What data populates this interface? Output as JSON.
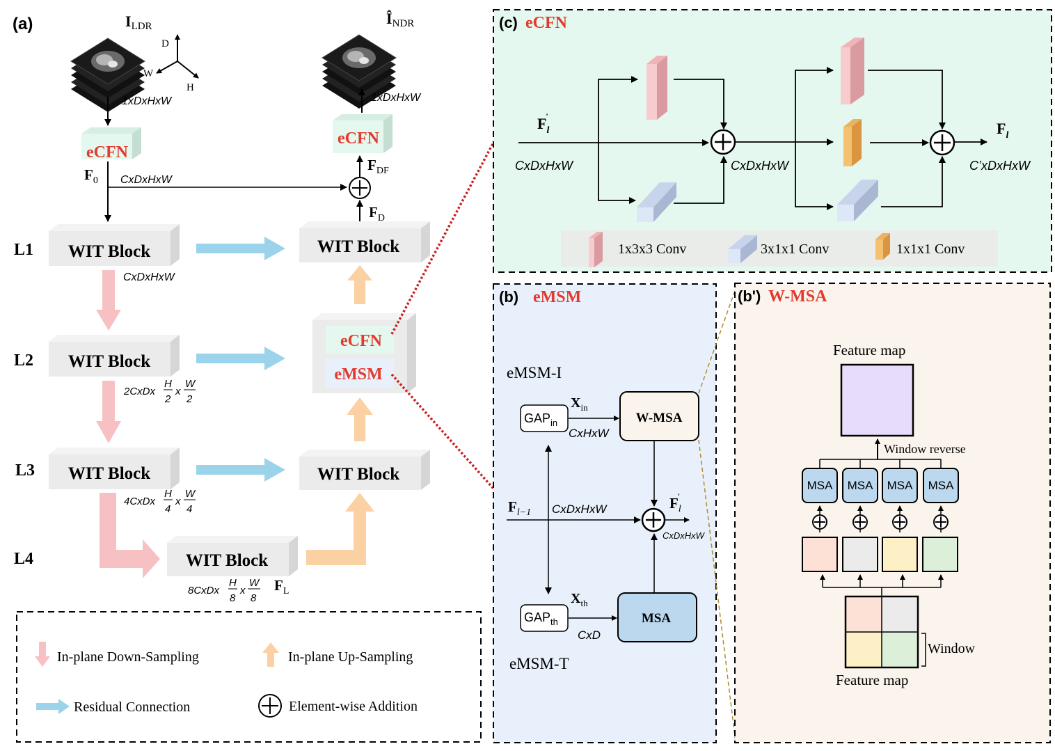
{
  "panel_a": {
    "label": "(a)",
    "input_label": "I",
    "input_sub": "LDR",
    "output_label": "Î",
    "output_sub": "NDR",
    "axis_d": "D",
    "axis_w": "W",
    "axis_h": "H",
    "dim_in": "1xDxHxW",
    "dim_out": "1xDxHxW",
    "ecfn": "eCFN",
    "f0": "F",
    "f0_sub": "0",
    "fdf": "F",
    "fdf_sub": "DF",
    "fd": "F",
    "fd_sub": "D",
    "fl": "F",
    "fl_sub": "L",
    "dim_c": "CxDxHxW",
    "levels": [
      "L1",
      "L2",
      "L3",
      "L4"
    ],
    "wit_block": "WIT Block",
    "dim_l1": "CxDxHxW",
    "dim_l2_pre": "2CxDx",
    "dim_l3_pre": "4CxDx",
    "dim_l4_pre": "8CxDx",
    "frac_h": "H",
    "frac_w": "W",
    "times": "x",
    "den_2": "2",
    "den_4": "4",
    "den_8": "8",
    "mid_ecfn": "eCFN",
    "mid_emsm": "eMSM"
  },
  "legend": {
    "down": "In-plane Down-Sampling",
    "up": "In-plane Up-Sampling",
    "residual": "Residual Connection",
    "add": "Element-wise Addition"
  },
  "panel_c": {
    "label": "(c)",
    "title": "eCFN",
    "fin": "F",
    "fin_sub": "l",
    "fout": "F",
    "fout_sub": "l",
    "dim_in": "CxDxHxW",
    "dim_mid": "CxDxHxW",
    "dim_out": "C’xDxHxW",
    "conv133": "1x3x3 Conv",
    "conv311": "3x1x1 Conv",
    "conv111": "1x1x1 Conv"
  },
  "panel_b": {
    "label": "(b)",
    "title": "eMSM",
    "emsm_i": "eMSM-I",
    "emsm_t": "eMSM-T",
    "gap_in": "GAP",
    "gap_in_sub": "in",
    "gap_th": "GAP",
    "gap_th_sub": "th",
    "xin": "X",
    "xin_sub": "in",
    "xth": "X",
    "xth_sub": "th",
    "dim_chw": "CxHxW",
    "dim_cd": "CxD",
    "wmsa": "W-MSA",
    "msa": "MSA",
    "fl1": "F",
    "fl1_sub": "l−1",
    "dim_in": "CxDxHxW",
    "fout": "F",
    "fout_sub": "l",
    "dim_out": "CxDxHxW"
  },
  "panel_bp": {
    "label": "(b')",
    "title": "W-MSA",
    "feature_map_top": "Feature map",
    "window_reverse": "Window reverse",
    "msa": "MSA",
    "window": "Window",
    "feature_map_bottom": "Feature map"
  },
  "colors": {
    "ecfn_bg": "#e4f8ef",
    "emsm_bg": "#e8f1fb",
    "wmsa_bg": "#fbf4ec",
    "residual": "#9bd4ea",
    "down": "#f7c1c3",
    "up": "#fbd0a3",
    "accent_red": "#e23a2e"
  }
}
